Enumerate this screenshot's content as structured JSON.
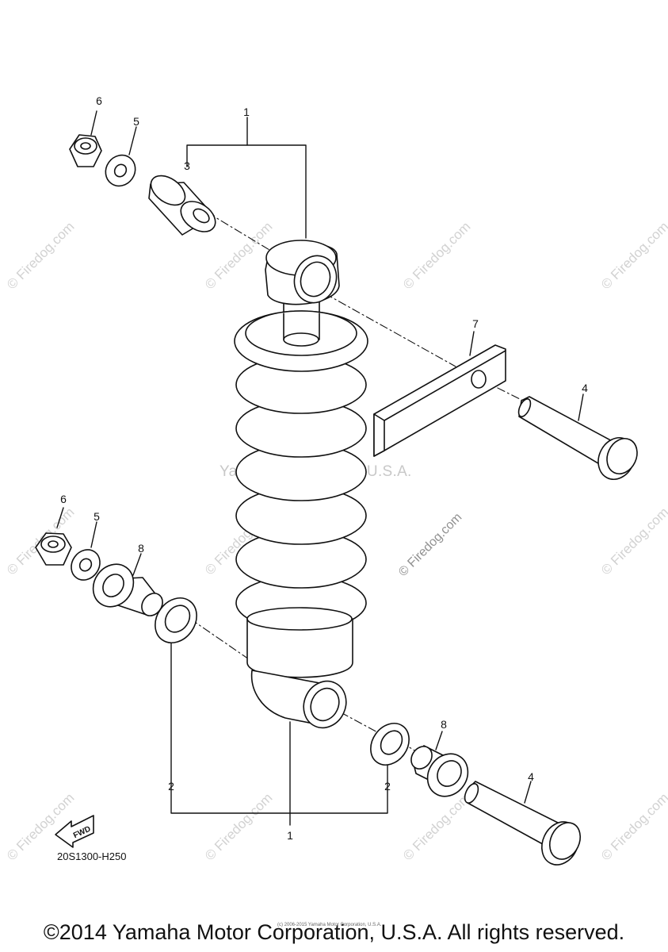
{
  "callouts": [
    {
      "id": "c1-top",
      "text": "1"
    },
    {
      "id": "c3",
      "text": "3"
    },
    {
      "id": "c5-top",
      "text": "5"
    },
    {
      "id": "c6-top",
      "text": "6"
    },
    {
      "id": "c7",
      "text": "7"
    },
    {
      "id": "c4-top",
      "text": "4"
    },
    {
      "id": "c6-bot",
      "text": "6"
    },
    {
      "id": "c5-bot",
      "text": "5"
    },
    {
      "id": "c8-left",
      "text": "8"
    },
    {
      "id": "c8-right",
      "text": "8"
    },
    {
      "id": "c4-bot",
      "text": "4"
    },
    {
      "id": "c2-left",
      "text": "2"
    },
    {
      "id": "c2-right",
      "text": "2"
    },
    {
      "id": "c1-bot",
      "text": "1"
    }
  ],
  "watermark": {
    "text": "© Firedog.com",
    "brand": "Yamaha Motor Corp, U.S.A."
  },
  "fwd_label": "FWD",
  "diagram_code": "20S1300-H250",
  "tiny_copyright": "(c) 2006-2015 Yamaha Motor Corporation, U.S.A.",
  "footer": "©2014 Yamaha Motor Corporation, U.S.A. All rights reserved.",
  "colors": {
    "line": "#111111",
    "watermark": "#d2d2d2",
    "watermark_dark": "#909090"
  }
}
